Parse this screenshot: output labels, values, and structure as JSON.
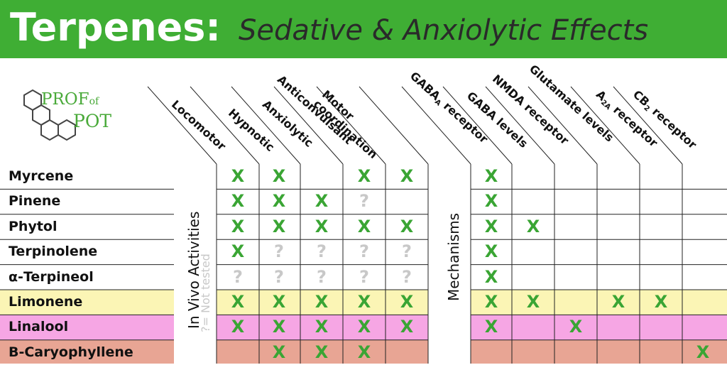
{
  "title": {
    "main": "Terpenes:",
    "sub": "Sedative & Anxiolytic Effects"
  },
  "logo": {
    "prof": "PROF",
    "of": "of",
    "pot": "POT"
  },
  "labels": {
    "in_vivo": "In Vivo Activities",
    "not_tested": "?= Not tested",
    "mechanisms": "Mechanisms"
  },
  "colors": {
    "banner": "#3fae34",
    "check": "#3aa534",
    "untested": "#c8c8c8",
    "limonene_row": "#fbf5b5",
    "linalool_row": "#f6a6e4",
    "caryophyllene_row": "#e8a594"
  },
  "columns": {
    "in_vivo": [
      "Locomotor",
      "Hypnotic",
      "Anxiolytic",
      "Anticonvulsant",
      "Motor coordination"
    ],
    "mechanisms": [
      {
        "name": "GABA",
        "sub": "A",
        "suffix": " receptor"
      },
      {
        "name": "GABA levels",
        "sub": "",
        "suffix": ""
      },
      {
        "name": "NMDA receptor",
        "sub": "",
        "suffix": ""
      },
      {
        "name": "Glutamate levels",
        "sub": "",
        "suffix": ""
      },
      {
        "name": "A",
        "sub": "2A",
        "suffix": " receptor"
      },
      {
        "name": "CB",
        "sub": "2",
        "suffix": " receptor"
      }
    ]
  },
  "rows": [
    {
      "name": "Myrcene",
      "bg": "",
      "in_vivo": [
        "",
        "X",
        "X",
        "",
        "X",
        "X"
      ],
      "mechanisms": [
        "X",
        "",
        "",
        "",
        "",
        ""
      ]
    },
    {
      "name": "Pinene",
      "bg": "",
      "in_vivo": [
        "",
        "X",
        "X",
        "X",
        "?",
        ""
      ],
      "mechanisms": [
        "X",
        "",
        "",
        "",
        "",
        ""
      ]
    },
    {
      "name": "Phytol",
      "bg": "",
      "in_vivo": [
        "",
        "X",
        "X",
        "X",
        "X",
        "X"
      ],
      "mechanisms": [
        "X",
        "X",
        "",
        "",
        "",
        ""
      ]
    },
    {
      "name": "Terpinolene",
      "bg": "",
      "in_vivo": [
        "",
        "X",
        "?",
        "?",
        "?",
        "?"
      ],
      "mechanisms": [
        "X",
        "",
        "",
        "",
        "",
        ""
      ]
    },
    {
      "name": "α-Terpineol",
      "bg": "",
      "in_vivo": [
        "",
        "?",
        "?",
        "?",
        "?",
        "?"
      ],
      "mechanisms": [
        "X",
        "",
        "",
        "",
        "",
        ""
      ]
    },
    {
      "name": "Limonene",
      "bg": "#fbf5b5",
      "in_vivo": [
        "",
        "X",
        "X",
        "X",
        "X",
        "X"
      ],
      "mechanisms": [
        "X",
        "X",
        "",
        "X",
        "X",
        ""
      ]
    },
    {
      "name": "Linalool",
      "bg": "#f6a6e4",
      "in_vivo": [
        "",
        "X",
        "X",
        "X",
        "X",
        "X"
      ],
      "mechanisms": [
        "X",
        "",
        "X",
        "",
        "",
        ""
      ]
    },
    {
      "name": "B-Caryophyllene",
      "bg": "#e8a594",
      "in_vivo": [
        "",
        "",
        "X",
        "X",
        "X",
        ""
      ],
      "mechanisms": [
        "",
        "",
        "",
        "",
        "",
        "X"
      ]
    }
  ]
}
